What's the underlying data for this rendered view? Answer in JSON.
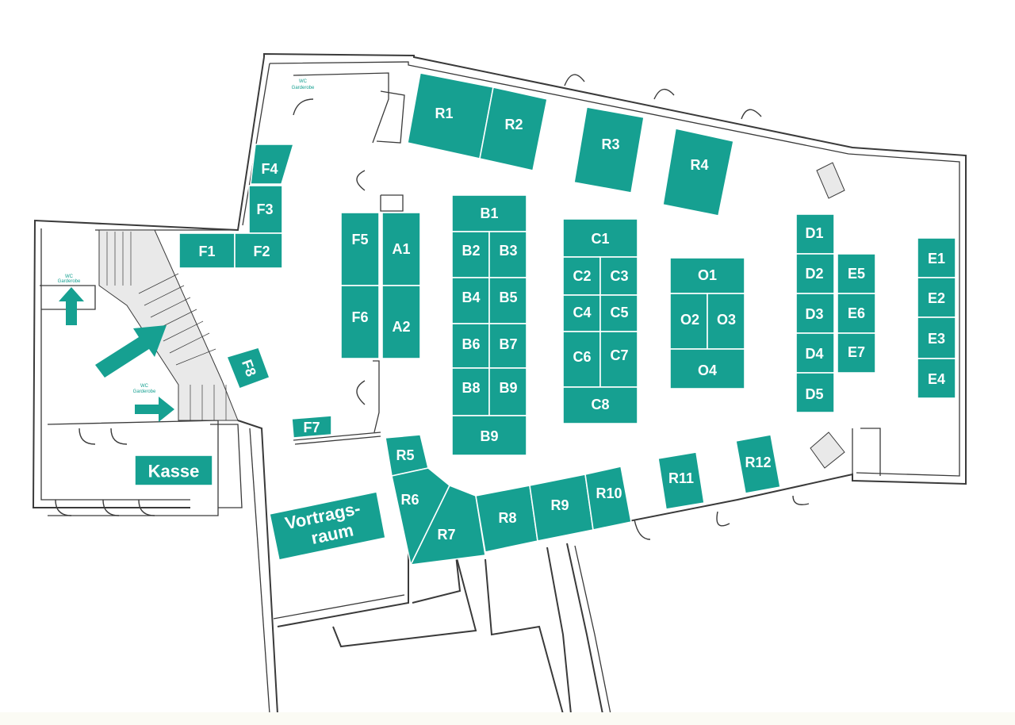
{
  "colors": {
    "booth": "#16a091",
    "walls": "#3a3a3a",
    "background": "#ffffff"
  },
  "labels": {
    "wc_top": [
      "WC",
      "Garderobe"
    ],
    "wc_left": [
      "WC",
      "Garderobe"
    ],
    "wc_stair": [
      "WC",
      "Garderobe"
    ]
  },
  "booths": {
    "R1": "R1",
    "R2": "R2",
    "R3": "R3",
    "R4": "R4",
    "R5": "R5",
    "R6": "R6",
    "R7": "R7",
    "R8": "R8",
    "R9": "R9",
    "R10": "R10",
    "R11": "R11",
    "R12": "R12",
    "F1": "F1",
    "F2": "F2",
    "F3": "F3",
    "F4": "F4",
    "F5": "F5",
    "F6": "F6",
    "F7": "F7",
    "F8": "F8",
    "A1": "A1",
    "A2": "A2",
    "B1": "B1",
    "B2": "B2",
    "B3": "B3",
    "B4": "B4",
    "B5": "B5",
    "B6": "B6",
    "B7": "B7",
    "B8": "B8",
    "B9a": "B9",
    "B9b": "B9",
    "C1": "C1",
    "C2": "C2",
    "C3": "C3",
    "C4": "C4",
    "C5": "C5",
    "C6": "C6",
    "C7": "C7",
    "C8": "C8",
    "O1": "O1",
    "O2": "O2",
    "O3": "O3",
    "O4": "O4",
    "D1": "D1",
    "D2": "D2",
    "D3": "D3",
    "D4": "D4",
    "D5": "D5",
    "E1": "E1",
    "E2": "E2",
    "E3": "E3",
    "E4": "E4",
    "E5": "E5",
    "E6": "E6",
    "E7": "E7",
    "Kasse": "Kasse",
    "Vortrag1": "Vortrags-",
    "Vortrag2": "raum"
  }
}
